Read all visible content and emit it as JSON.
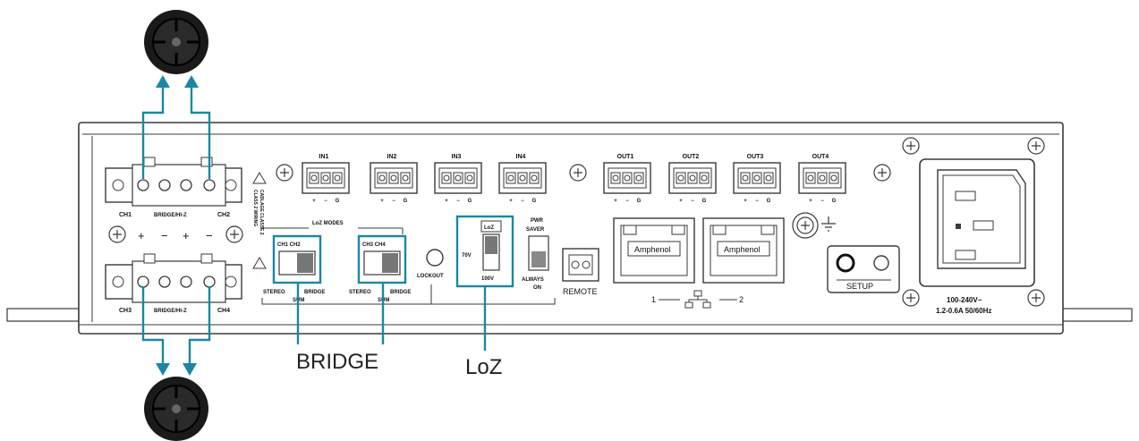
{
  "colors": {
    "accent": "#1a87a6",
    "line": "#3a3a3a",
    "panel": "#ffffff",
    "knob": "#1a1a1a"
  },
  "left_terminals": {
    "top": {
      "ch_left": "CH1",
      "ch_right": "CH2",
      "mode": "BRIDGE/HI-Z"
    },
    "bottom": {
      "ch_left": "CH3",
      "ch_right": "CH4",
      "mode": "BRIDGE/HI-Z"
    },
    "polarity": [
      "+",
      "−",
      "+",
      "−"
    ],
    "warning_line1": "CLASS 2 WIRING",
    "warning_line2": "CABLAGE CLASSE 2"
  },
  "inputs": [
    "IN1",
    "IN2",
    "IN3",
    "IN4"
  ],
  "outputs": [
    "OUT1",
    "OUT2",
    "OUT3",
    "OUT4"
  ],
  "pin_marks": [
    "+",
    "−",
    "G"
  ],
  "loz_modes_title": "LoZ MODES",
  "bridge_switch_1": {
    "title": "CH1 CH2",
    "left": "STEREO",
    "right": "BRIDGE",
    "sub": "SUM"
  },
  "bridge_switch_2": {
    "title": "CH3 CH4",
    "left": "STEREO",
    "right": "BRIDGE",
    "sub": "SUM"
  },
  "lockout_label": "LOCKOUT",
  "loz_switch": {
    "title": "LoZ",
    "top": "70V",
    "bottom": "100V"
  },
  "pwr_saver": {
    "line1": "PWR",
    "line2": "SAVER",
    "bottom1": "ALWAYS",
    "bottom2": "ON"
  },
  "remote_label": "REMOTE",
  "network_ports": {
    "brand": "Amphenol",
    "left_num": "1",
    "right_num": "2"
  },
  "setup_label": "SETUP",
  "power_rating": {
    "line1": "100-240V~",
    "line2": "1.2-0.6A 50/60Hz"
  },
  "callouts": {
    "bridge": "BRIDGE",
    "loz": "LoZ"
  }
}
